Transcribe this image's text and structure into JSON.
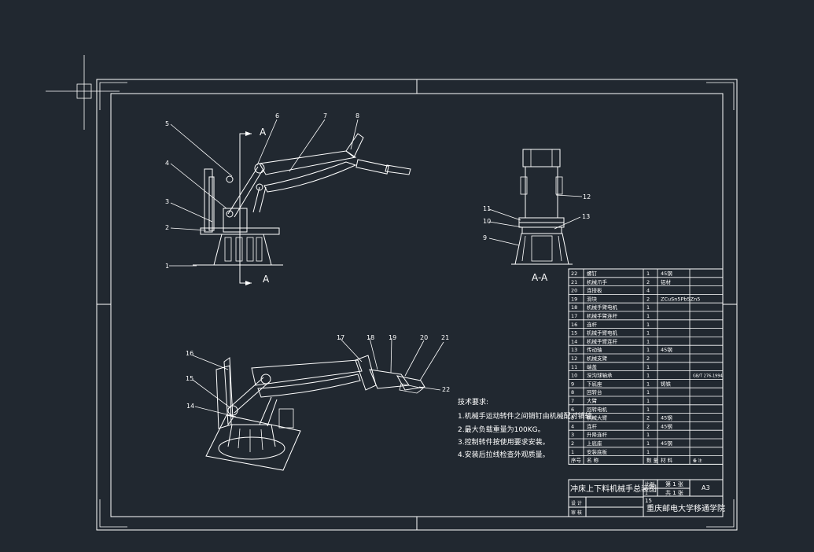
{
  "view": {
    "section_label": "A",
    "section_title": "A-A"
  },
  "technical_requirements": {
    "heading": "技术要求:",
    "items": [
      "1.机械手运动转件之间销钉由机械配对销轴。",
      "2.最大负载重量为100KG。",
      "3.控制转件按使用要求安装。",
      "4.安装后拉线检查外观质量。"
    ]
  },
  "parts_table": {
    "rows": [
      {
        "no": "22",
        "name": "螺钉",
        "qty": "1",
        "material": "45钢",
        "note": ""
      },
      {
        "no": "21",
        "name": "机械爪手",
        "qty": "2",
        "material": "铝材",
        "note": ""
      },
      {
        "no": "20",
        "name": "连接板",
        "qty": "4",
        "material": "",
        "note": ""
      },
      {
        "no": "19",
        "name": "滑块",
        "qty": "2",
        "material": "ZCuSn5Pb5Zn5",
        "note": ""
      },
      {
        "no": "18",
        "name": "机械手臂电机",
        "qty": "1",
        "material": "",
        "note": ""
      },
      {
        "no": "17",
        "name": "机械手臂连杆",
        "qty": "1",
        "material": "",
        "note": ""
      },
      {
        "no": "16",
        "name": "连杆",
        "qty": "1",
        "material": "",
        "note": ""
      },
      {
        "no": "15",
        "name": "机械手臂电机",
        "qty": "1",
        "material": "",
        "note": ""
      },
      {
        "no": "14",
        "name": "机械手臂连杆",
        "qty": "1",
        "material": "",
        "note": ""
      },
      {
        "no": "13",
        "name": "传动轴",
        "qty": "1",
        "material": "45钢",
        "note": ""
      },
      {
        "no": "12",
        "name": "机械支臂",
        "qty": "2",
        "material": "",
        "note": ""
      },
      {
        "no": "11",
        "name": "端盖",
        "qty": "1",
        "material": "",
        "note": ""
      },
      {
        "no": "10",
        "name": "深沟球轴承",
        "qty": "1",
        "material": "",
        "note": "GB/T 276-1994"
      },
      {
        "no": "9",
        "name": "下底座",
        "qty": "1",
        "material": "铸铁",
        "note": ""
      },
      {
        "no": "8",
        "name": "回转台",
        "qty": "1",
        "material": "",
        "note": ""
      },
      {
        "no": "7",
        "name": "大臂",
        "qty": "1",
        "material": "",
        "note": ""
      },
      {
        "no": "6",
        "name": "回转电机",
        "qty": "1",
        "material": "",
        "note": ""
      },
      {
        "no": "5",
        "name": "机械大臂",
        "qty": "2",
        "material": "45钢",
        "note": ""
      },
      {
        "no": "4",
        "name": "连杆",
        "qty": "2",
        "material": "45钢",
        "note": ""
      },
      {
        "no": "3",
        "name": "升降连杆",
        "qty": "1",
        "material": "",
        "note": ""
      },
      {
        "no": "2",
        "name": "上底座",
        "qty": "1",
        "material": "45钢",
        "note": ""
      },
      {
        "no": "1",
        "name": "安装底板",
        "qty": "1",
        "material": "",
        "note": ""
      }
    ],
    "header": {
      "no": "序号",
      "name": "名  称",
      "qty": "数 量",
      "material": "材 料",
      "note": "备 注"
    }
  },
  "title_block": {
    "drawing_title": "冲床上下料机械手总装图",
    "scale_label": "比例",
    "scale_value": "1",
    "sheet_label": "第 1 张",
    "total_label": "共 1 张",
    "paper": "A3",
    "school": "重庆邮电大学移通学院",
    "designer_label": "设 计",
    "checker_label": "审 核",
    "number_15": "15"
  },
  "balloons_side": [
    "1",
    "2",
    "3",
    "4",
    "5",
    "6",
    "7",
    "8"
  ],
  "balloons_section": [
    "9",
    "10",
    "11",
    "12",
    "13"
  ],
  "balloons_iso": [
    "14",
    "15",
    "16",
    "17",
    "18",
    "19",
    "20",
    "21",
    "22"
  ]
}
